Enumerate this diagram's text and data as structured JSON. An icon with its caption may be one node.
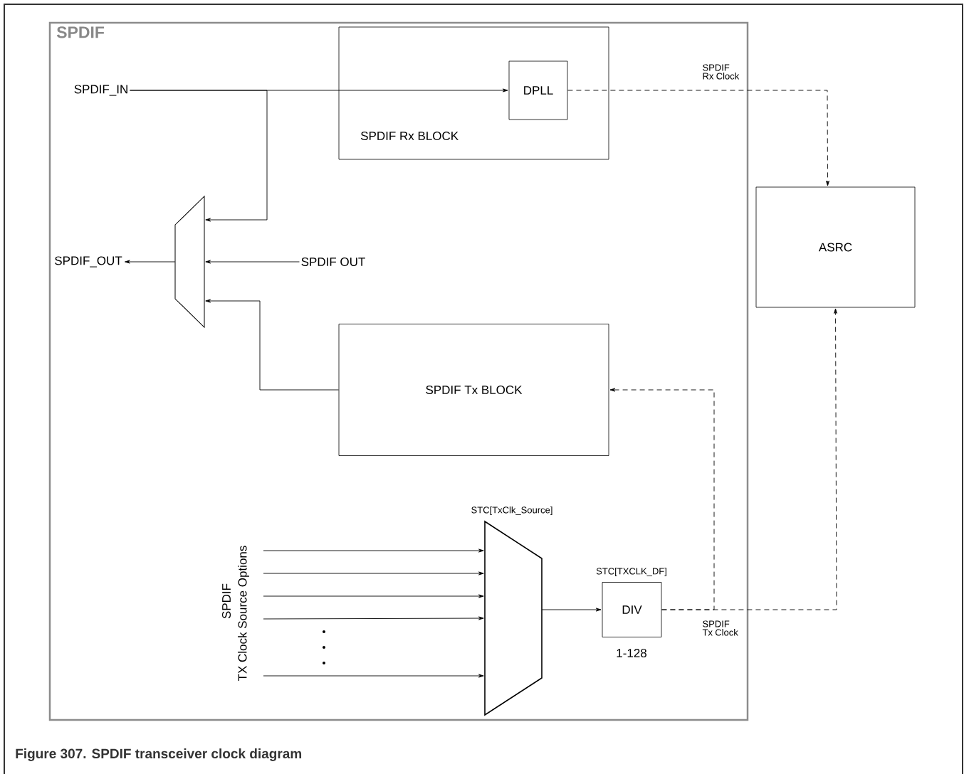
{
  "diagram": {
    "caption": "Figure 307. SPDIF transceiver clock diagram",
    "nodes": [
      {
        "text": [
          "SPDIF"
        ]
      },
      {
        "text": [
          "SPDIF Rx BLOCK"
        ],
        "in": 0
      },
      {
        "text": [
          "DPLL"
        ],
        "in": 1
      },
      {
        "text": [
          "ASRC"
        ]
      },
      {
        "text": [],
        "shape": "trapezoid",
        "in": 0
      },
      {
        "text": [
          "SPDIF Tx BLOCK"
        ],
        "in": 0
      },
      {
        "text": [],
        "shape": "trapezoid",
        "in": 0,
        "beside": [
          "STC[TxClk_Source]"
        ]
      },
      {
        "text": [
          "DIV"
        ],
        "in": 0,
        "beside": [
          "STC[TXCLK_DF]",
          "1-128"
        ]
      },
      {
        "text": [
          "SPDIF_IN"
        ],
        "in": 0
      },
      {
        "text": [
          "SPDIF_OUT"
        ],
        "in": 0
      },
      {
        "text": [
          "SPDIF OUT"
        ],
        "in": 0
      }
    ],
    "edges": [
      {
        "from": 8,
        "to": 2,
        "arrow": "to"
      },
      {
        "from": 8,
        "to": 4,
        "arrow": "to"
      },
      {
        "from": 4,
        "to": 9,
        "arrow": "to"
      },
      {
        "from": 10,
        "to": 4,
        "arrow": "to"
      },
      {
        "from": 5,
        "to": 4,
        "arrow": "to"
      },
      {
        "from": 2,
        "to": 3,
        "arrow": "to",
        "style": "dashed",
        "label": "SPDIF Rx Clock"
      },
      {
        "from": null,
        "to": 6,
        "arrow": "to"
      },
      {
        "from": null,
        "to": 6,
        "arrow": "to"
      },
      {
        "from": null,
        "to": 6,
        "arrow": "to"
      },
      {
        "from": null,
        "to": 6,
        "arrow": "to"
      },
      {
        "from": null,
        "to": 6,
        "arrow": "to"
      },
      {
        "from": 6,
        "to": 7,
        "arrow": "to"
      },
      {
        "from": 7,
        "to": 5,
        "arrow": "to",
        "style": "dashed"
      },
      {
        "from": 7,
        "to": 3,
        "arrow": "to",
        "style": "dashed",
        "label": "SPDIF Tx Clock"
      }
    ],
    "labels": [
      "SPDIF",
      "TX Clock Source Options"
    ]
  }
}
